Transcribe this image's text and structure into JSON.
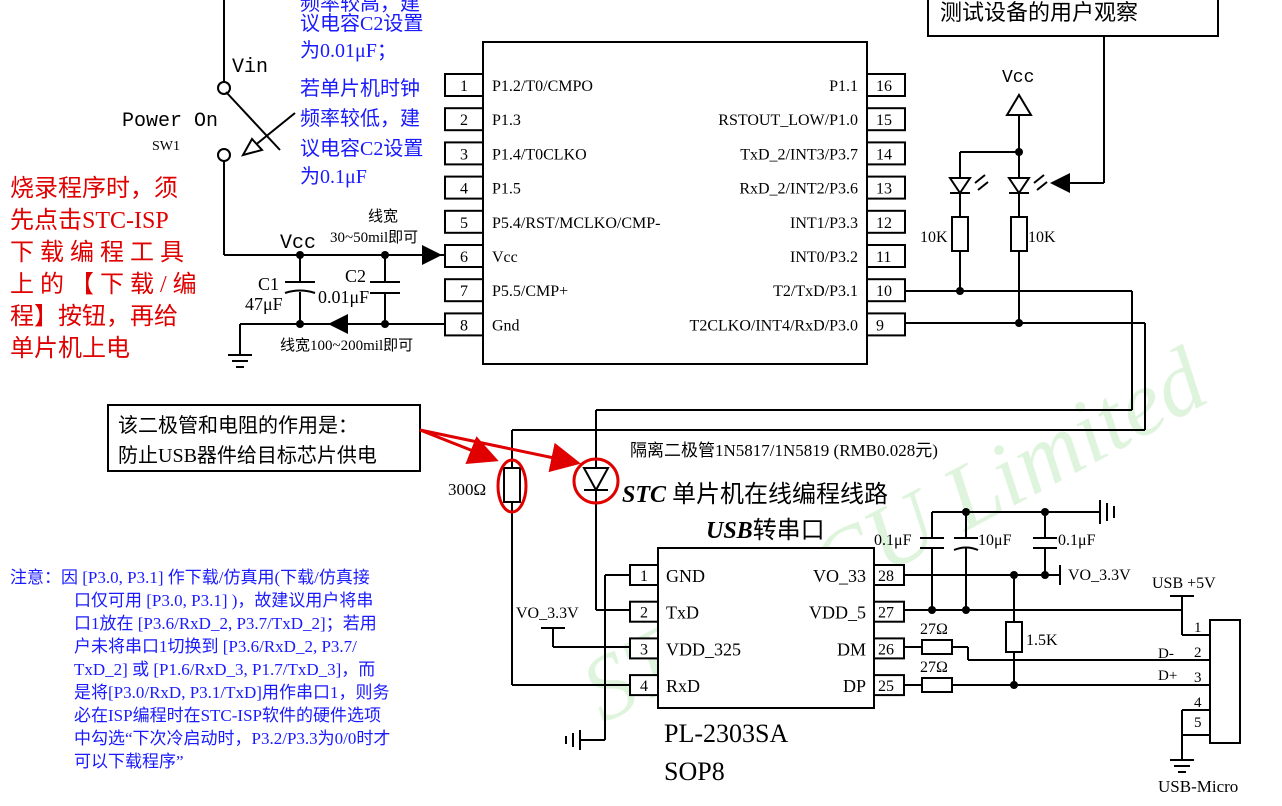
{
  "colors": {
    "line": "#000000",
    "blue": "#1a1aff",
    "red": "#e00000",
    "watermark": "#c6ecc3"
  },
  "top_note_blue": {
    "line1": "频率较高，建",
    "line2": "议电容C2设置",
    "line3": "为0.01μF；"
  },
  "freq_note": {
    "line1": "若单片机时钟",
    "line2": "频率较低，建",
    "line3": "议电容C2设置",
    "line4": "为0.1μF"
  },
  "observe_box": {
    "text": "测试设备的用户观察"
  },
  "switch": {
    "vin": "Vin",
    "power_on": "Power On",
    "sw1": "SW1"
  },
  "red_note": {
    "lines": [
      "烧录程序时，须",
      "先点击STC-ISP",
      "下 载 编 程 工 具",
      "上 的 【 下 载 / 编",
      "程】按钮，再给",
      "单片机上电"
    ]
  },
  "power": {
    "vcc_label": "Vcc",
    "c1_label": "C1",
    "c1_value": "47μF",
    "c2_label": "C2",
    "c2_value": "0.01μF",
    "width_top_1": "线宽",
    "width_top_2": "30~50mil即可",
    "width_bottom": "线宽100~200mil即可"
  },
  "mcu_pins_left": [
    {
      "num": "1",
      "name": "P1.2/T0/CMPO"
    },
    {
      "num": "2",
      "name": "P1.3"
    },
    {
      "num": "3",
      "name": "P1.4/T0CLKO"
    },
    {
      "num": "4",
      "name": "P1.5"
    },
    {
      "num": "5",
      "name": "P5.4/RST/MCLKO/CMP-"
    },
    {
      "num": "6",
      "name": "Vcc"
    },
    {
      "num": "7",
      "name": "P5.5/CMP+"
    },
    {
      "num": "8",
      "name": "Gnd"
    }
  ],
  "mcu_pins_right": [
    {
      "num": "16",
      "name": "P1.1"
    },
    {
      "num": "15",
      "name": "RSTOUT_LOW/P1.0"
    },
    {
      "num": "14",
      "name": "TxD_2/INT3/P3.7"
    },
    {
      "num": "13",
      "name": "RxD_2/INT2/P3.6"
    },
    {
      "num": "12",
      "name": "INT1/P3.3"
    },
    {
      "num": "11",
      "name": "INT0/P3.2"
    },
    {
      "num": "10",
      "name": "T2/TxD/P3.1"
    },
    {
      "num": "9",
      "name": "T2CLKO/INT4/RxD/P3.0"
    }
  ],
  "leds": {
    "vcc": "Vcc",
    "r1": "10K",
    "r2": "10K"
  },
  "diode_note": {
    "line1": "该二极管和电阻的作用是：",
    "line2": "防止USB器件给目标芯片供电"
  },
  "isolation": {
    "label": "隔离二极管1N5817/1N5819 (RMB0.028元)",
    "resistor": "300Ω"
  },
  "section_title": {
    "italic": "STC",
    "rest": " 单片机在线编程线路"
  },
  "usb_title": {
    "italic": "USB",
    "rest": "转串口"
  },
  "usb_pins_left": [
    {
      "num": "1",
      "name": "GND"
    },
    {
      "num": "2",
      "name": "TxD"
    },
    {
      "num": "3",
      "name": "VDD_325"
    },
    {
      "num": "4",
      "name": "RxD"
    }
  ],
  "usb_pins_right": [
    {
      "num": "28",
      "name": "VO_33"
    },
    {
      "num": "27",
      "name": "VDD_5"
    },
    {
      "num": "26",
      "name": "DM"
    },
    {
      "num": "25",
      "name": "DP"
    }
  ],
  "usb_chip": {
    "name": "PL-2303SA",
    "pkg": "SOP8",
    "vo_left": "VO_3.3V"
  },
  "usb_caps": {
    "c1": "0.1μF",
    "c2": "10μF",
    "c3": "0.1μF",
    "vo_right": "VO_3.3V",
    "usb5v": "USB +5V",
    "r15": "1.5K",
    "r27a": "27Ω",
    "r27b": "27Ω"
  },
  "connector": {
    "name": "USB-Micro",
    "pins": [
      "1",
      "2",
      "3",
      "4",
      "5"
    ],
    "dminus": "D-",
    "dplus": "D+"
  },
  "attention_note": {
    "lines": [
      "注意：因 [P3.0, P3.1] 作下载/仿真用(下载/仿真接",
      "口仅可用 [P3.0, P3.1] )，故建议用户将串",
      "口1放在 [P3.6/RxD_2, P3.7/TxD_2]；若用",
      "户未将串口1切换到 [P3.6/RxD_2, P3.7/",
      "TxD_2] 或 [P1.6/RxD_3, P1.7/TxD_3]，而",
      "是将[P3.0/RxD, P3.1/TxD]用作串口1，则务",
      "必在ISP编程时在STC-ISP软件的硬件选项",
      "中勾选“下次冷启动时，P3.2/P3.3为0/0时才",
      "可以下载程序”"
    ]
  },
  "watermark": {
    "line1": "STC MCU Limited"
  }
}
